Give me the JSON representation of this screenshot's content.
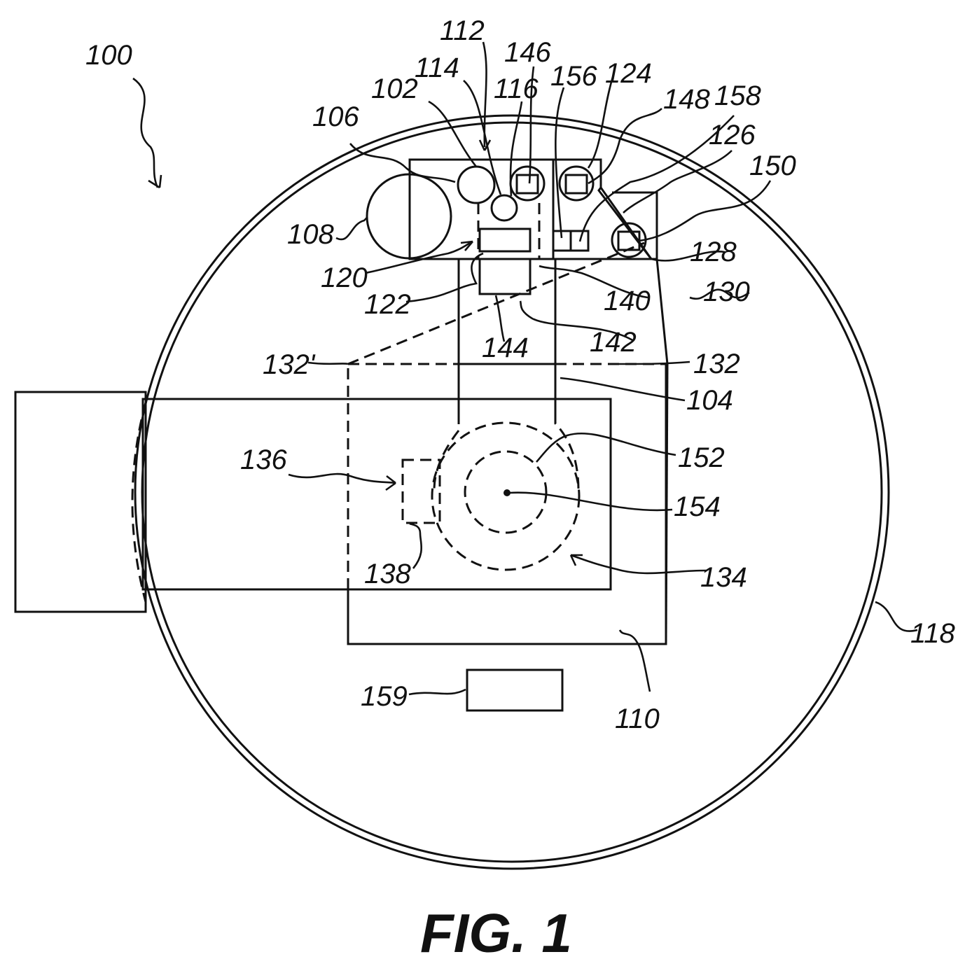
{
  "figure": {
    "caption": "FIG. 1",
    "labels": {
      "l100": "100",
      "l102": "102",
      "l104": "104",
      "l106": "106",
      "l108": "108",
      "l110": "110",
      "l112": "112",
      "l114": "114",
      "l116": "116",
      "l118": "118",
      "l120": "120",
      "l122": "122",
      "l124": "124",
      "l126": "126",
      "l128": "128",
      "l130": "130",
      "l132": "132",
      "l132p": "132'",
      "l134": "134",
      "l136": "136",
      "l138": "138",
      "l140": "140",
      "l142": "142",
      "l144": "144",
      "l146": "146",
      "l148": "148",
      "l150": "150",
      "l152": "152",
      "l154": "154",
      "l156": "156",
      "l158": "158",
      "l159": "159"
    }
  }
}
